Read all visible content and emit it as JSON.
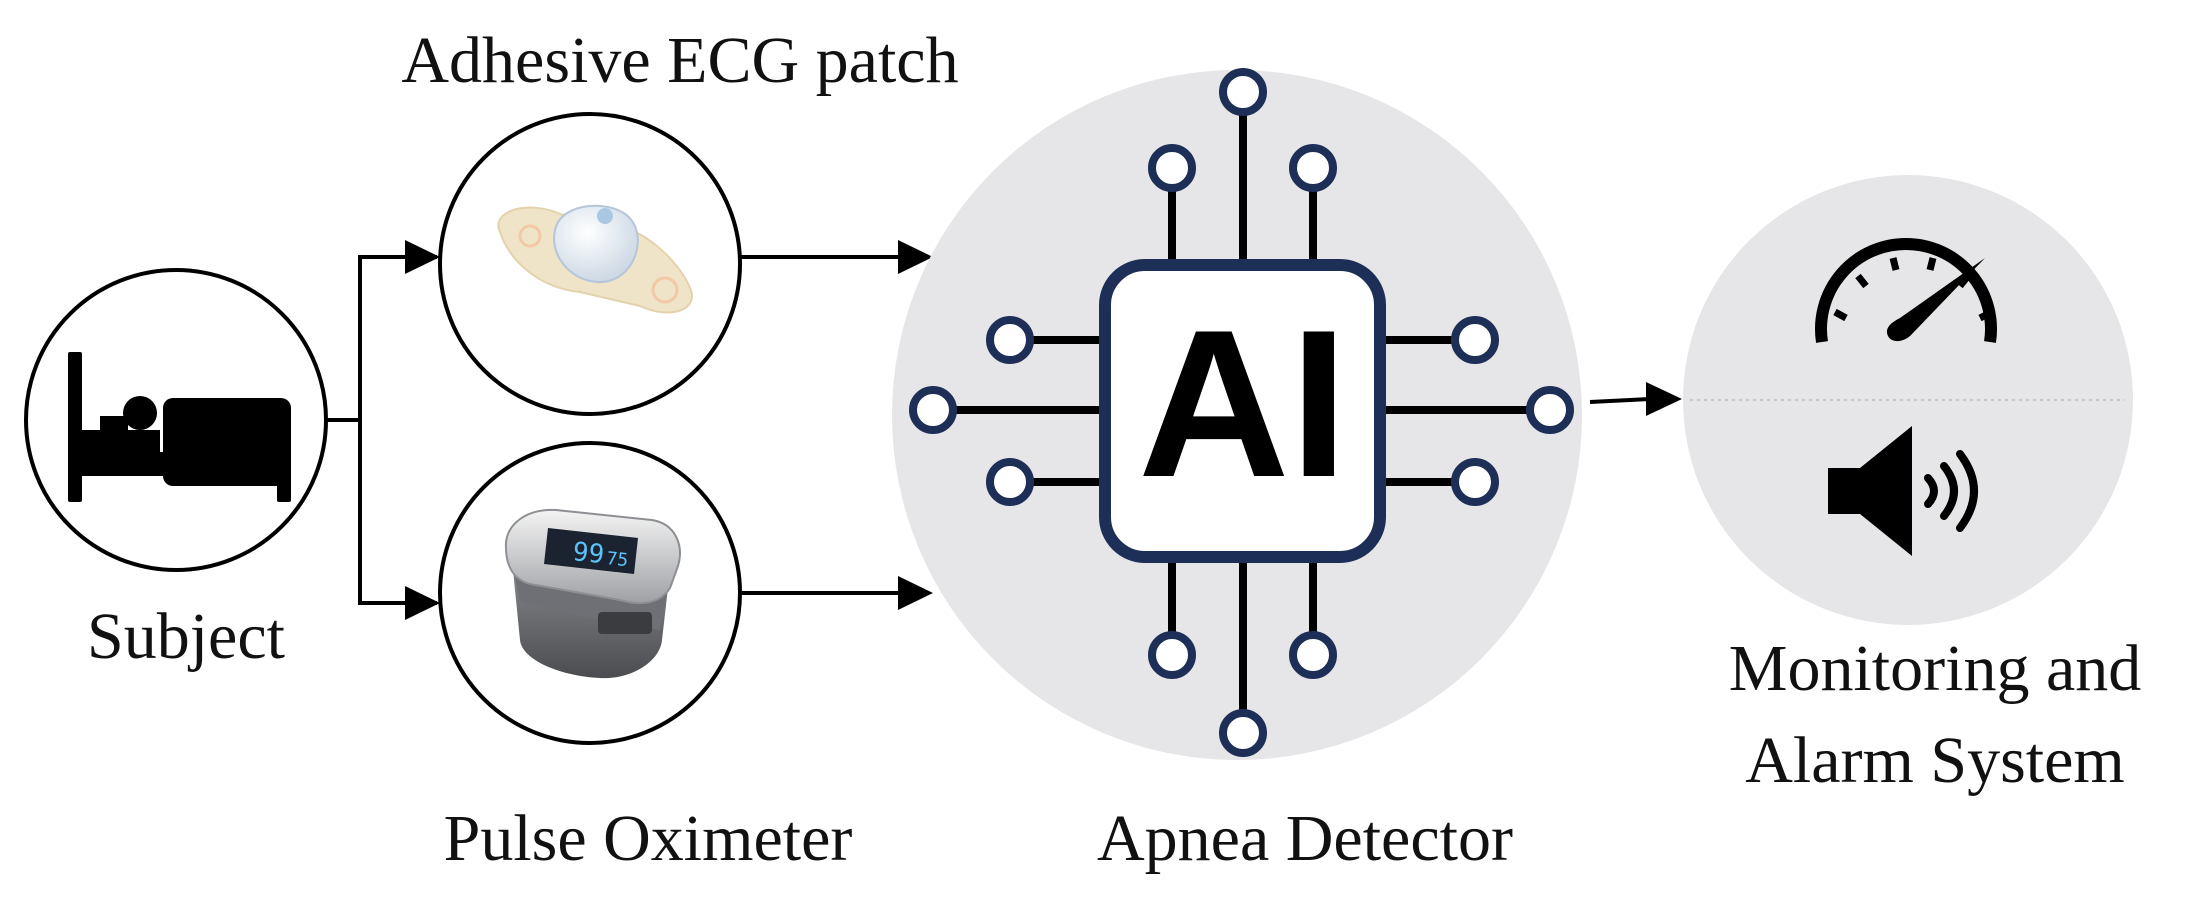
{
  "labels": {
    "subject": "Subject",
    "ecg_patch": "Adhesive ECG patch",
    "pulse_oximeter": "Pulse Oximeter",
    "apnea_detector": "Apnea Detector",
    "alarm_line1": "Monitoring and",
    "alarm_line2": "Alarm System"
  },
  "chip": {
    "text": "AI"
  },
  "oximeter": {
    "spo2": "99",
    "pulse": "75"
  },
  "icons": {
    "subject": "bed-person-icon",
    "ecg": "ecg-patch-icon",
    "oximeter": "pulse-oximeter-icon",
    "detector": "ai-chip-icon",
    "monitor": "speedometer-icon",
    "alarm": "speaker-icon"
  },
  "colors": {
    "line": "#000000",
    "chip_stroke": "#1d2f57",
    "detector_bg": "#e6e5e7",
    "alarm_bg": "#e6e5e7",
    "oximeter_screen": "#1b2230",
    "oximeter_digits": "#5bc3f5"
  }
}
